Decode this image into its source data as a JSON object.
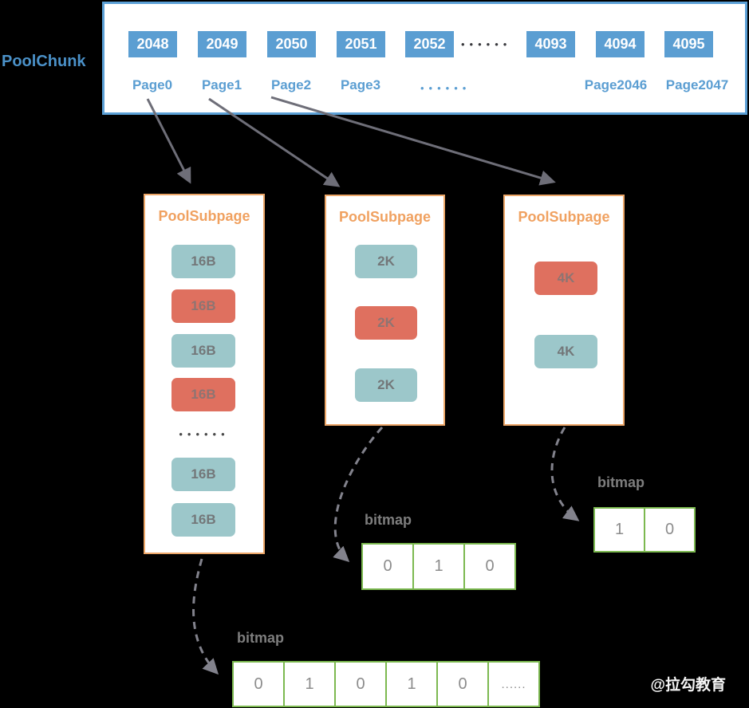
{
  "watermark": "@拉勾教育",
  "poolchunk": {
    "label": "PoolChunk",
    "cells": [
      "2048",
      "2049",
      "2050",
      "2051",
      "2052",
      "4093",
      "4094",
      "4095"
    ],
    "cell_dots": "••••••",
    "pages": [
      "Page0",
      "Page1",
      "Page2",
      "Page3",
      "Page2046",
      "Page2047"
    ],
    "page_dots": "••••••"
  },
  "subpages": [
    {
      "title": "PoolSubpage",
      "ellipsis": "••••••",
      "cells": [
        {
          "label": "16B",
          "state": "free"
        },
        {
          "label": "16B",
          "state": "allocated"
        },
        {
          "label": "16B",
          "state": "free"
        },
        {
          "label": "16B",
          "state": "allocated"
        },
        {
          "label": "16B",
          "state": "free"
        },
        {
          "label": "16B",
          "state": "free"
        }
      ]
    },
    {
      "title": "PoolSubpage",
      "cells": [
        {
          "label": "2K",
          "state": "free"
        },
        {
          "label": "2K",
          "state": "allocated"
        },
        {
          "label": "2K",
          "state": "free"
        }
      ]
    },
    {
      "title": "PoolSubpage",
      "cells": [
        {
          "label": "4K",
          "state": "allocated"
        },
        {
          "label": "4K",
          "state": "free"
        }
      ]
    }
  ],
  "bitmaps": [
    {
      "label": "bitmap",
      "cells": [
        "0",
        "1",
        "0",
        "1",
        "0",
        "......"
      ]
    },
    {
      "label": "bitmap",
      "cells": [
        "0",
        "1",
        "0"
      ]
    },
    {
      "label": "bitmap",
      "cells": [
        "1",
        "0"
      ]
    }
  ],
  "colors": {
    "background": "#000000",
    "chunk_blue": "#5b9ed2",
    "chunk_border": "#5ba0d6",
    "subpage_border": "#eca668",
    "subpage_title": "#f0a160",
    "free_teal": "#9cc7ca",
    "allocated_red": "#df705f",
    "bitmap_green": "#7cb950",
    "arrow_gray": "#6e6e78",
    "dashed_gray": "#82828c"
  }
}
